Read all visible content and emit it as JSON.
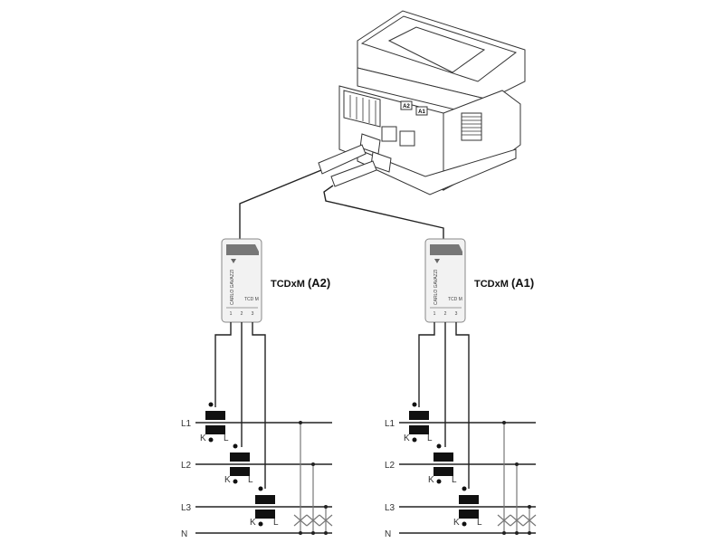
{
  "meter": {
    "port_labels": [
      "A2",
      "A1"
    ]
  },
  "modules": [
    {
      "name": "TCDxM",
      "suffix": "(A2)",
      "brand": "CARLO GAVAZZI",
      "model": "TCD M",
      "pins": [
        "1",
        "2",
        "3"
      ]
    },
    {
      "name": "TCDxM",
      "suffix": "(A1)",
      "brand": "CARLO GAVAZZI",
      "model": "TCD M",
      "pins": [
        "1",
        "2",
        "3"
      ]
    }
  ],
  "lines": [
    "L1",
    "L2",
    "L3",
    "N"
  ],
  "ct_terminals": {
    "k": "K",
    "l": "L"
  }
}
